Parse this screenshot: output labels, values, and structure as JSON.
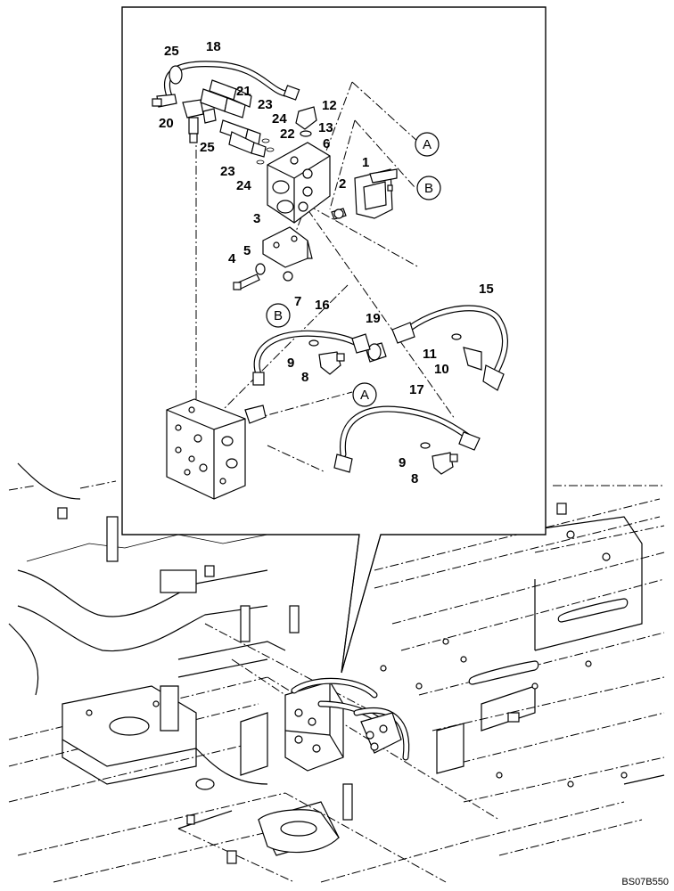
{
  "callouts": [
    {
      "id": "c25a",
      "label": "25"
    },
    {
      "id": "c18",
      "label": "18"
    },
    {
      "id": "c21",
      "label": "21"
    },
    {
      "id": "c23a",
      "label": "23"
    },
    {
      "id": "c12",
      "label": "12"
    },
    {
      "id": "c24a",
      "label": "24"
    },
    {
      "id": "c13",
      "label": "13"
    },
    {
      "id": "c20",
      "label": "20"
    },
    {
      "id": "c22",
      "label": "22"
    },
    {
      "id": "c6",
      "label": "6"
    },
    {
      "id": "c25b",
      "label": "25"
    },
    {
      "id": "c1",
      "label": "1"
    },
    {
      "id": "c23b",
      "label": "23"
    },
    {
      "id": "c2",
      "label": "2"
    },
    {
      "id": "c24b",
      "label": "24"
    },
    {
      "id": "c3",
      "label": "3"
    },
    {
      "id": "c5",
      "label": "5"
    },
    {
      "id": "c4",
      "label": "4"
    },
    {
      "id": "c7",
      "label": "7"
    },
    {
      "id": "c15",
      "label": "15"
    },
    {
      "id": "c16",
      "label": "16"
    },
    {
      "id": "c19",
      "label": "19"
    },
    {
      "id": "c11",
      "label": "11"
    },
    {
      "id": "c9a",
      "label": "9"
    },
    {
      "id": "c10",
      "label": "10"
    },
    {
      "id": "c8a",
      "label": "8"
    },
    {
      "id": "c17",
      "label": "17"
    },
    {
      "id": "c9b",
      "label": "9"
    },
    {
      "id": "c8b",
      "label": "8"
    }
  ],
  "circle_refs": {
    "a_top": "A",
    "b_top": "B",
    "b_hose": "B",
    "a_hose": "A"
  },
  "drawing_code": "BS07B550"
}
